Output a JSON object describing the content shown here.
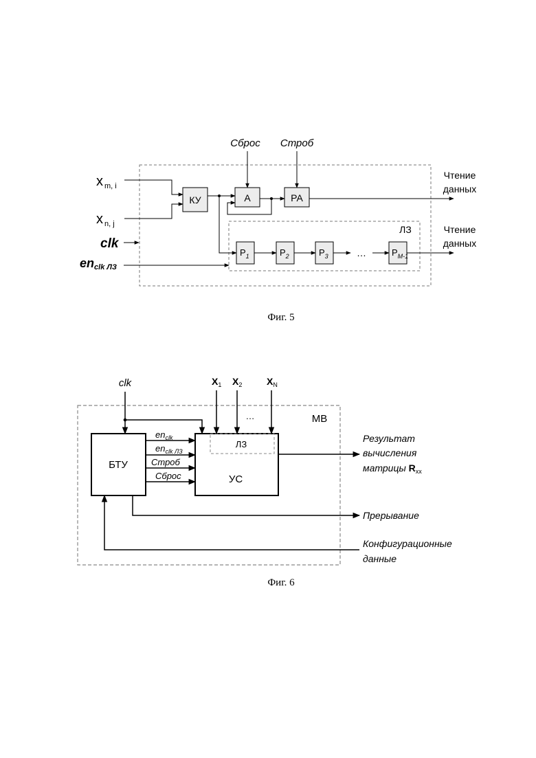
{
  "fig5": {
    "caption": "Фиг. 5",
    "inputs": {
      "xmi_main": "x",
      "xmi_sub": "m, i",
      "xnj_main": "x",
      "xnj_sub": "n, j",
      "clk": "clk",
      "en_main": "en",
      "en_sub": "clk ЛЗ"
    },
    "controls": {
      "reset": "Сброс",
      "strobe": "Строб"
    },
    "blocks": {
      "ku": "КУ",
      "a": "А",
      "pa": "РА",
      "lz": "ЛЗ"
    },
    "registers": [
      {
        "main": "P",
        "sub": "1"
      },
      {
        "main": "P",
        "sub": "2"
      },
      {
        "main": "P",
        "sub": "3"
      },
      {
        "main": "P",
        "sub": "M-1"
      }
    ],
    "ellipsis": "…",
    "outputs": [
      {
        "line1": "Чтение",
        "line2": "данных"
      },
      {
        "line1": "Чтение",
        "line2": "данных"
      }
    ]
  },
  "fig6": {
    "caption": "Фиг. 6",
    "clk": "clk",
    "inputs": [
      {
        "main": "X",
        "sub": "1"
      },
      {
        "main": "X",
        "sub": "2"
      },
      {
        "main": "X",
        "sub": "N"
      }
    ],
    "ellipsis": "…",
    "module": "МВ",
    "btu": "БТУ",
    "us": "УС",
    "lz": "ЛЗ",
    "signals": {
      "en_clk_main": "en",
      "en_clk_sub": "clk",
      "en_lz_main": "en",
      "en_lz_sub": "clk ЛЗ",
      "strobe": "Строб",
      "reset": "Сброс"
    },
    "outputs": {
      "result_line1": "Результат",
      "result_line2": "вычисления",
      "result_line3_prefix": "матрицы ",
      "result_R": "R",
      "result_R_sub": "xx",
      "interrupt": "Прерывание",
      "config_line1": "Конфигурационные",
      "config_line2": "данные"
    }
  }
}
